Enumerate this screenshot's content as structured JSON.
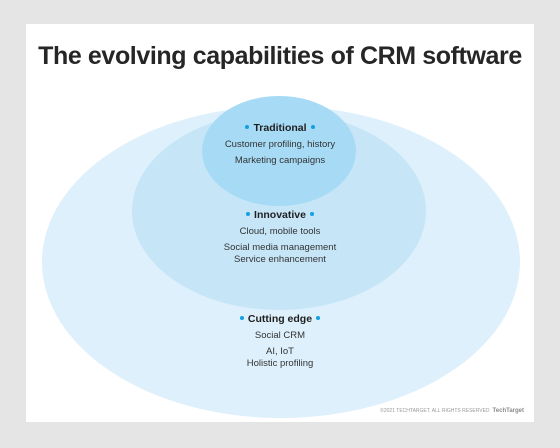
{
  "title": "The evolving capabilities of CRM software",
  "levels": {
    "traditional": {
      "heading": "Traditional",
      "items": [
        "Customer profiling, history",
        "Marketing campaigns"
      ]
    },
    "innovative": {
      "heading": "Innovative",
      "items": [
        "Cloud, mobile tools",
        "Social media management",
        "Service enhancement"
      ]
    },
    "cutting_edge": {
      "heading": "Cutting edge",
      "items": [
        "Social CRM",
        "AI, IoT",
        "Holistic profiling"
      ]
    }
  },
  "footer": {
    "copyright": "©2021 TECHTARGET. ALL RIGHTS RESERVED",
    "brand": "TechTarget"
  },
  "colors": {
    "outer": "#def0fb",
    "middle": "#c6e6f8",
    "inner": "#a7dbf5",
    "bullet": "#13a0e2"
  }
}
